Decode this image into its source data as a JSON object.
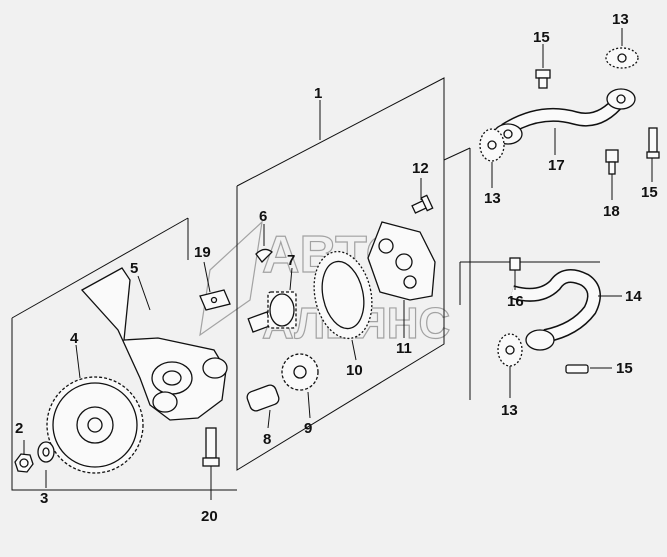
{
  "watermark": {
    "line1": "АВТО",
    "line2": "АЛЬЯНС"
  },
  "callouts": {
    "c1": "1",
    "c2": "2",
    "c3": "3",
    "c4": "4",
    "c5": "5",
    "c6": "6",
    "c7": "7",
    "c8": "8",
    "c9": "9",
    "c10": "10",
    "c11": "11",
    "c12": "12",
    "c13a": "13",
    "c13b": "13",
    "c13c": "13",
    "c14": "14",
    "c15a": "15",
    "c15b": "15",
    "c15c": "15",
    "c16": "16",
    "c17": "17",
    "c18": "18",
    "c19": "19",
    "c20": "20"
  }
}
